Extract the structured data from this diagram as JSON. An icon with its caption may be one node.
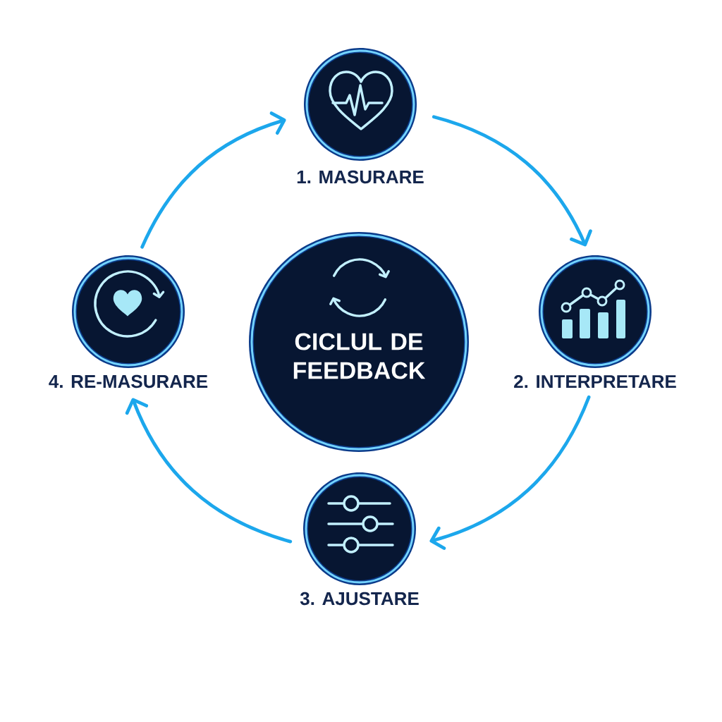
{
  "diagram": {
    "nodes": [
      {
        "text": [
          "CICLUL DE FEEDBACK"
        ]
      },
      {
        "text": [
          "1. MASURARE"
        ]
      },
      {
        "text": [
          "2. INTERPRETARE"
        ]
      },
      {
        "text": [
          "3. AJUSTARE"
        ]
      },
      {
        "text": [
          "4. RE-MASURARE"
        ]
      }
    ],
    "edges": [
      {
        "from": 4,
        "to": 1,
        "arrow": "to"
      },
      {
        "from": 1,
        "to": 2,
        "arrow": "to"
      },
      {
        "from": 2,
        "to": 3,
        "arrow": "to"
      },
      {
        "from": 3,
        "to": 4,
        "arrow": "to"
      }
    ]
  }
}
